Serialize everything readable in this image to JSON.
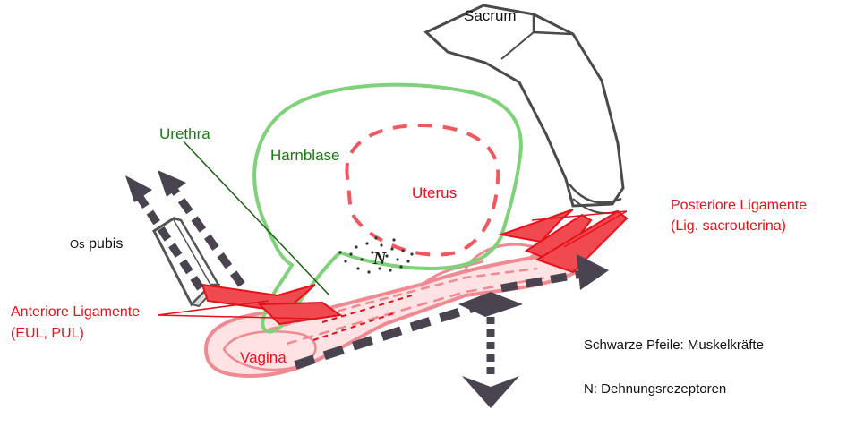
{
  "labels": {
    "sacrum": "Sacrum",
    "urethra": "Urethra",
    "harnblase": "Harnblase",
    "uterus": "Uterus",
    "os_pubis_small": "Os",
    "os_pubis_big": "pubis",
    "posterior_line1": "Posteriore Ligamente",
    "posterior_line2": "(Lig. sacrouterina)",
    "anterior_line1": "Anteriore Ligamente",
    "anterior_line2": "(EUL, PUL)",
    "vagina": "Vagina",
    "receptor_mark": "N",
    "legend_arrows": "Schwarze Pfeile: Muskelkräfte",
    "legend_n": "N: Dehnungsrezeptoren"
  },
  "colors": {
    "ligament_red": "#e8101a",
    "vagina_pink": "#f4a0a6",
    "vagina_fill": "#ffe2e4",
    "bladder_green": "#7fd27a",
    "label_green": "#1a7a12",
    "arrow_dark": "#4a4350",
    "bone_gray": "#5a5a5a"
  }
}
